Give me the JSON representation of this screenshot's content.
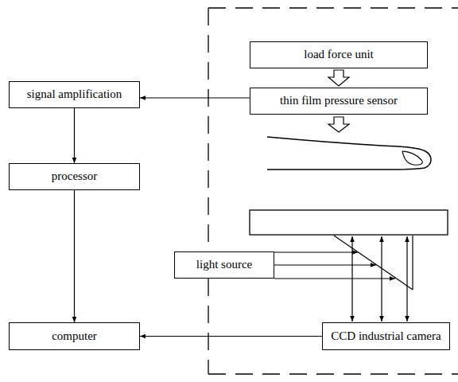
{
  "diagram": {
    "nodes": [
      {
        "text": [
          "load force unit"
        ]
      },
      {
        "text": [
          "thin film pressure sensor"
        ]
      },
      {
        "text": [
          "signal amplification"
        ]
      },
      {
        "text": [
          "processor"
        ]
      },
      {
        "text": [
          "computer"
        ]
      },
      {
        "text": [
          "light source"
        ]
      },
      {
        "text": [
          "CCD industrial camera"
        ]
      }
    ],
    "edges": [
      {
        "from": 0,
        "to": 1,
        "arrow": "to"
      },
      {
        "from": 1,
        "to": 2,
        "arrow": "to"
      },
      {
        "from": 2,
        "to": 3,
        "arrow": "to"
      },
      {
        "from": 3,
        "to": 4,
        "arrow": "to"
      },
      {
        "from": 6,
        "to": 4,
        "arrow": "to"
      }
    ]
  }
}
